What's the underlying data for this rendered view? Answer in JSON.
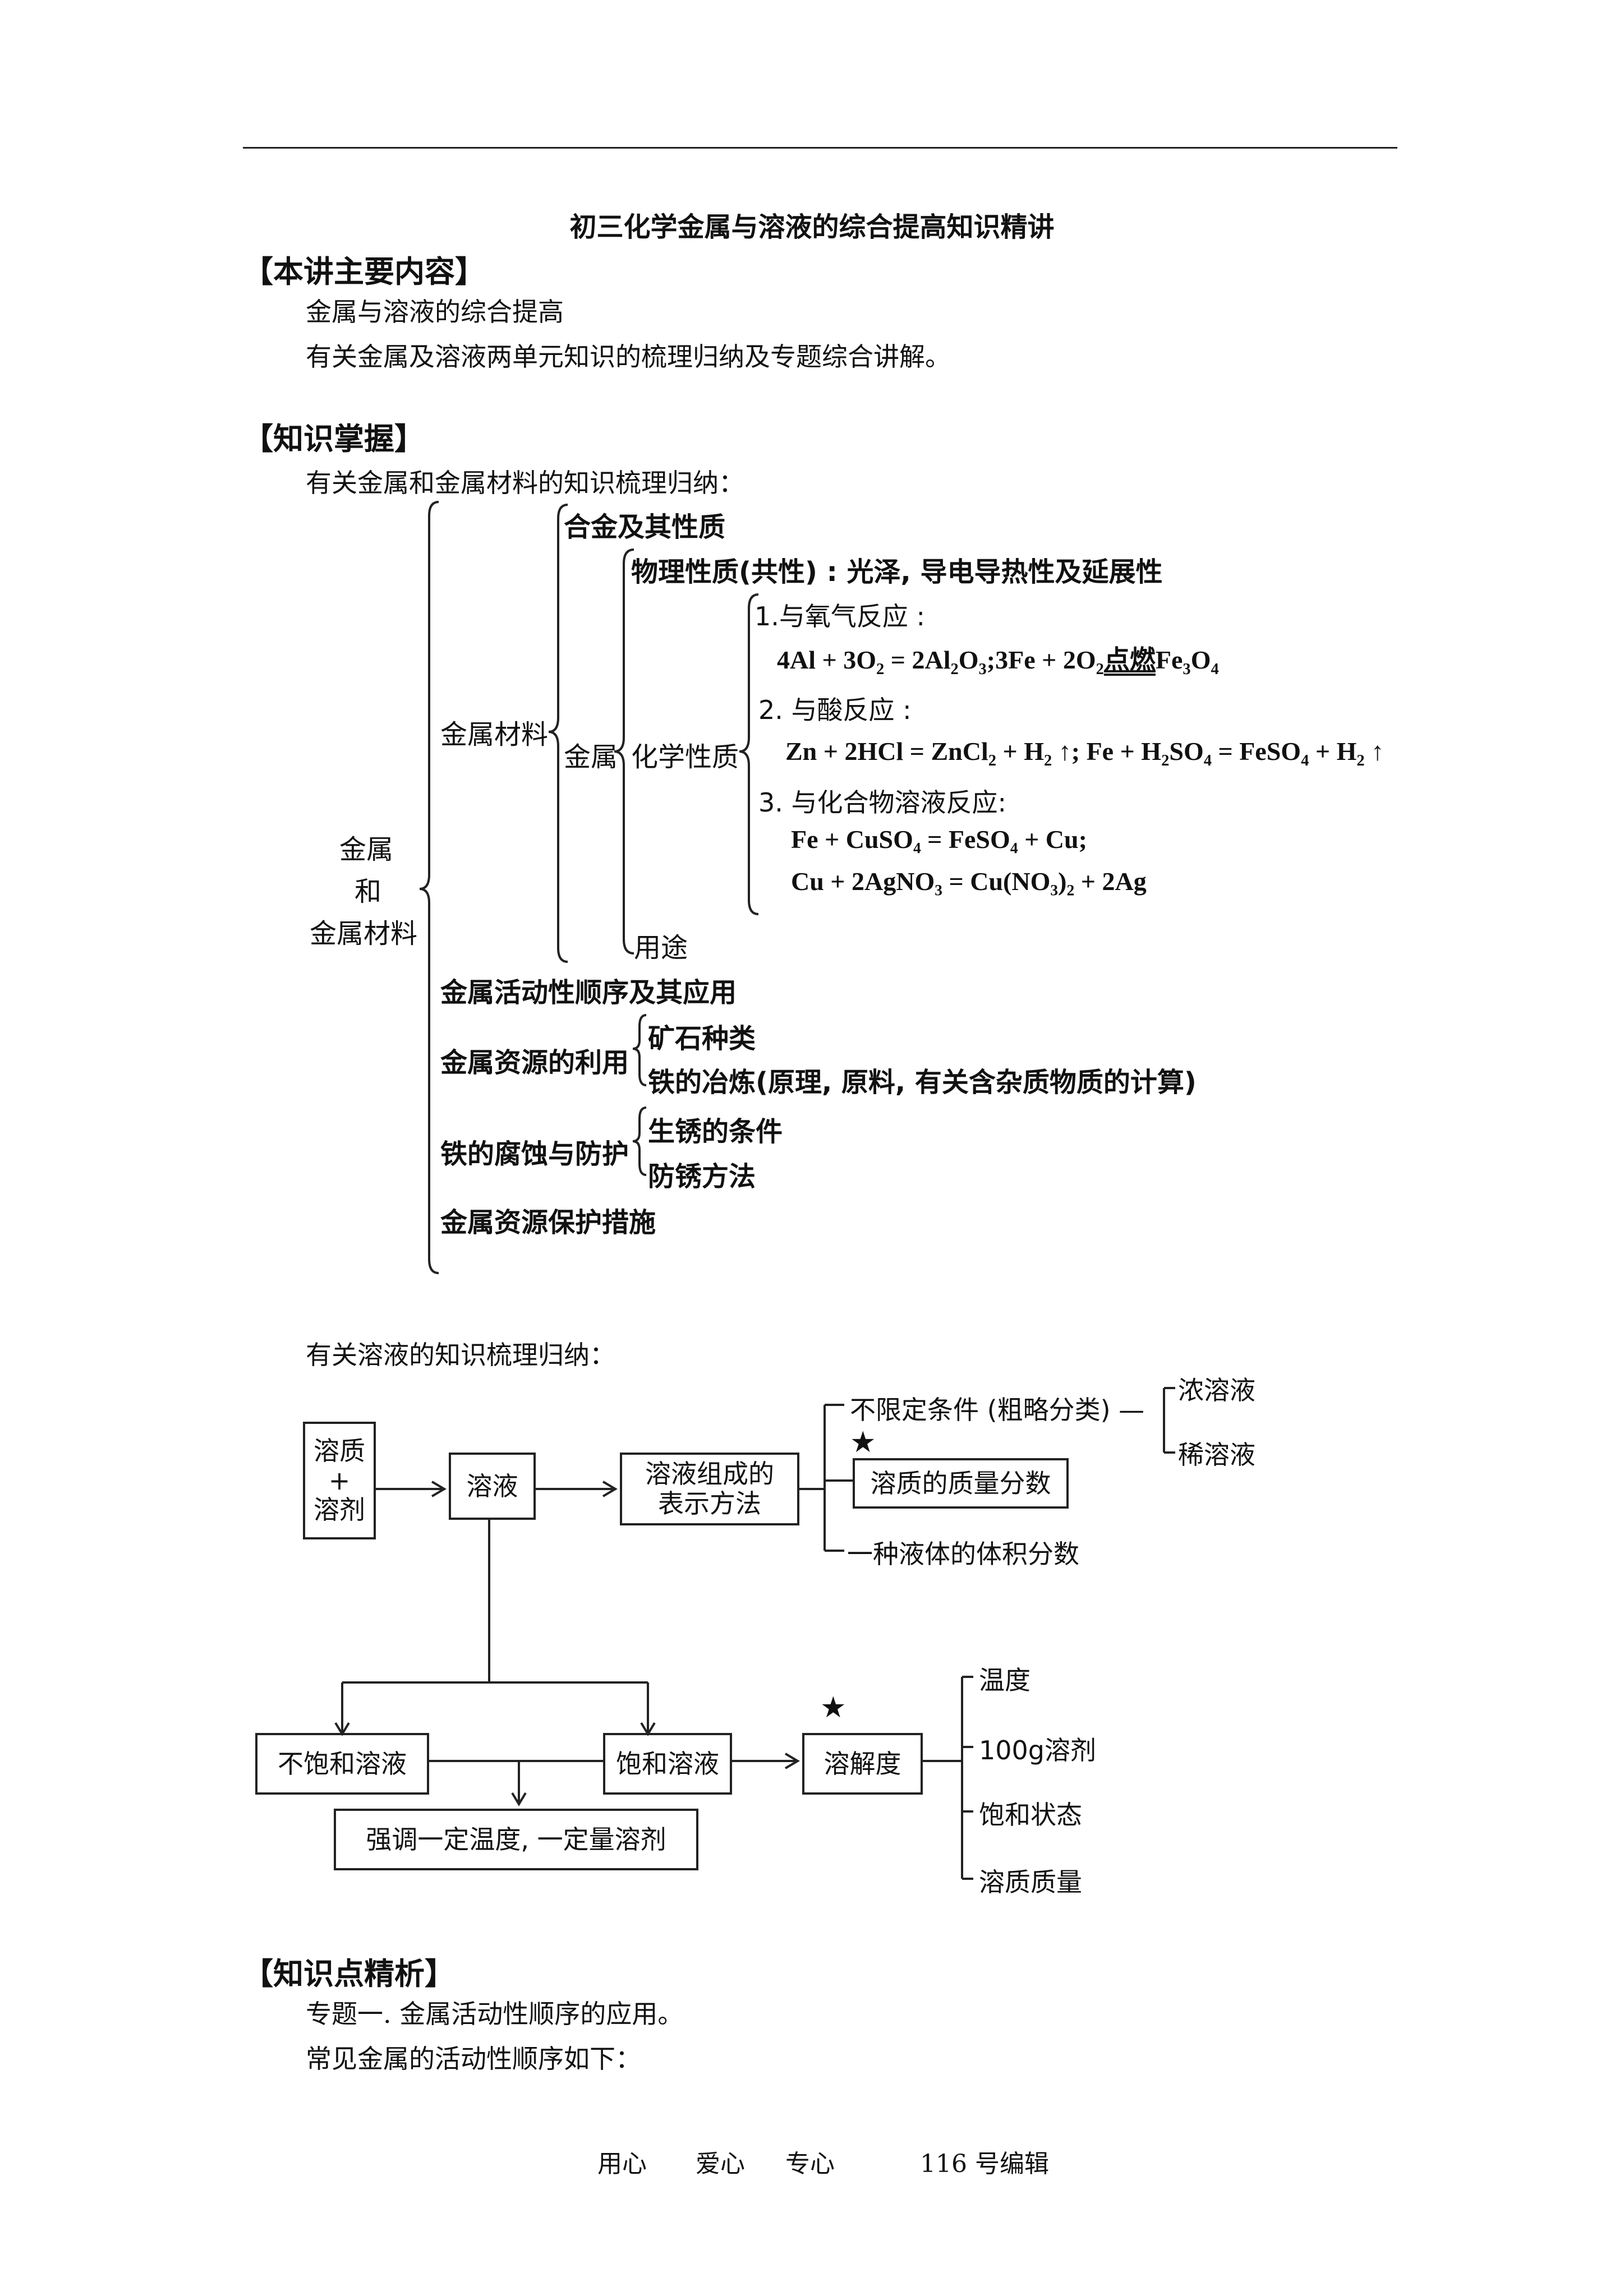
{
  "doc_title": "初三化学金属与溶液的综合提高知识精讲",
  "sections": {
    "main_content": {
      "heading": "【本讲主要内容】",
      "lines": [
        "金属与溶液的综合提高",
        "有关金属及溶液两单元知识的梳理归纳及专题综合讲解。"
      ]
    },
    "knowledge": {
      "heading": "【知识掌握】",
      "metal_intro": "有关金属和金属材料的知识梳理归纳：",
      "solution_intro": "有关溶液的知识梳理归纳："
    },
    "analysis": {
      "heading": "【知识点精析】",
      "lines": [
        "专题一. 金属活动性顺序的应用。",
        "常见金属的活动性顺序如下："
      ]
    }
  },
  "metal_tree": {
    "root": [
      "金属",
      "和",
      "金属材料"
    ],
    "metal_materials": "金属材料",
    "alloy": "合金及其性质",
    "metal": "金属",
    "physical": "物理性质(共性) : 光泽, 导电导热性及延展性",
    "chemical": "化学性质",
    "r1_title": "1.与氧气反应 :",
    "r1_eq_a": "4Al + 3O",
    "r1_eq_b": " = 2Al",
    "r1_eq_c": "3Fe + 2O",
    "r1_fire": "点燃",
    "r1_eq_d": "Fe",
    "r2_title": "2. 与酸反应 :",
    "r2_eq_a": "Zn + 2HCl = ZnCl",
    "r2_eq_b": " + H",
    "r2_eq_c": " ↑; Fe + H",
    "r2_eq_d": "SO",
    "r2_eq_e": " = FeSO",
    "r2_eq_f": " + H",
    "r2_eq_g": " ↑",
    "r3_title": "3. 与化合物溶液反应:",
    "r3_eq1": "Fe + CuSO₄ = FeSO₄ + Cu;",
    "r3_eq2": "Cu + 2AgNO₃ = Cu(NO₃)₂ + 2Ag",
    "use": "用途",
    "activity": "金属活动性顺序及其应用",
    "resources_use": "金属资源的利用",
    "ore": "矿石种类",
    "smelting": "铁的冶炼(原理, 原料, 有关含杂质物质的计算)",
    "corrosion": "铁的腐蚀与防护",
    "rust_cond": "生锈的条件",
    "rust_prevent": "防锈方法",
    "protection": "金属资源保护措施"
  },
  "solution_diagram": {
    "solute_solvent": [
      "溶质",
      "+",
      "溶剂"
    ],
    "solution": "溶液",
    "composition": [
      "溶液组成的",
      "表示方法"
    ],
    "unlimited": "不限定条件 (粗略分类) —",
    "concentrated": "浓溶液",
    "dilute": "稀溶液",
    "mass_fraction": "溶质的质量分数",
    "volume_fraction": "一种液体的体积分数",
    "unsaturated": "不饱和溶液",
    "saturated": "饱和溶液",
    "emphasize": "强调一定温度, 一定量溶剂",
    "solubility": "溶解度",
    "temperature": "温度",
    "solvent_100g": "100g溶剂",
    "saturated_state": "饱和状态",
    "solute_mass": "溶质质量",
    "star": "★"
  },
  "footer": {
    "a": "用心",
    "b": "爱心",
    "c": "专心",
    "d": "116 号编辑"
  }
}
